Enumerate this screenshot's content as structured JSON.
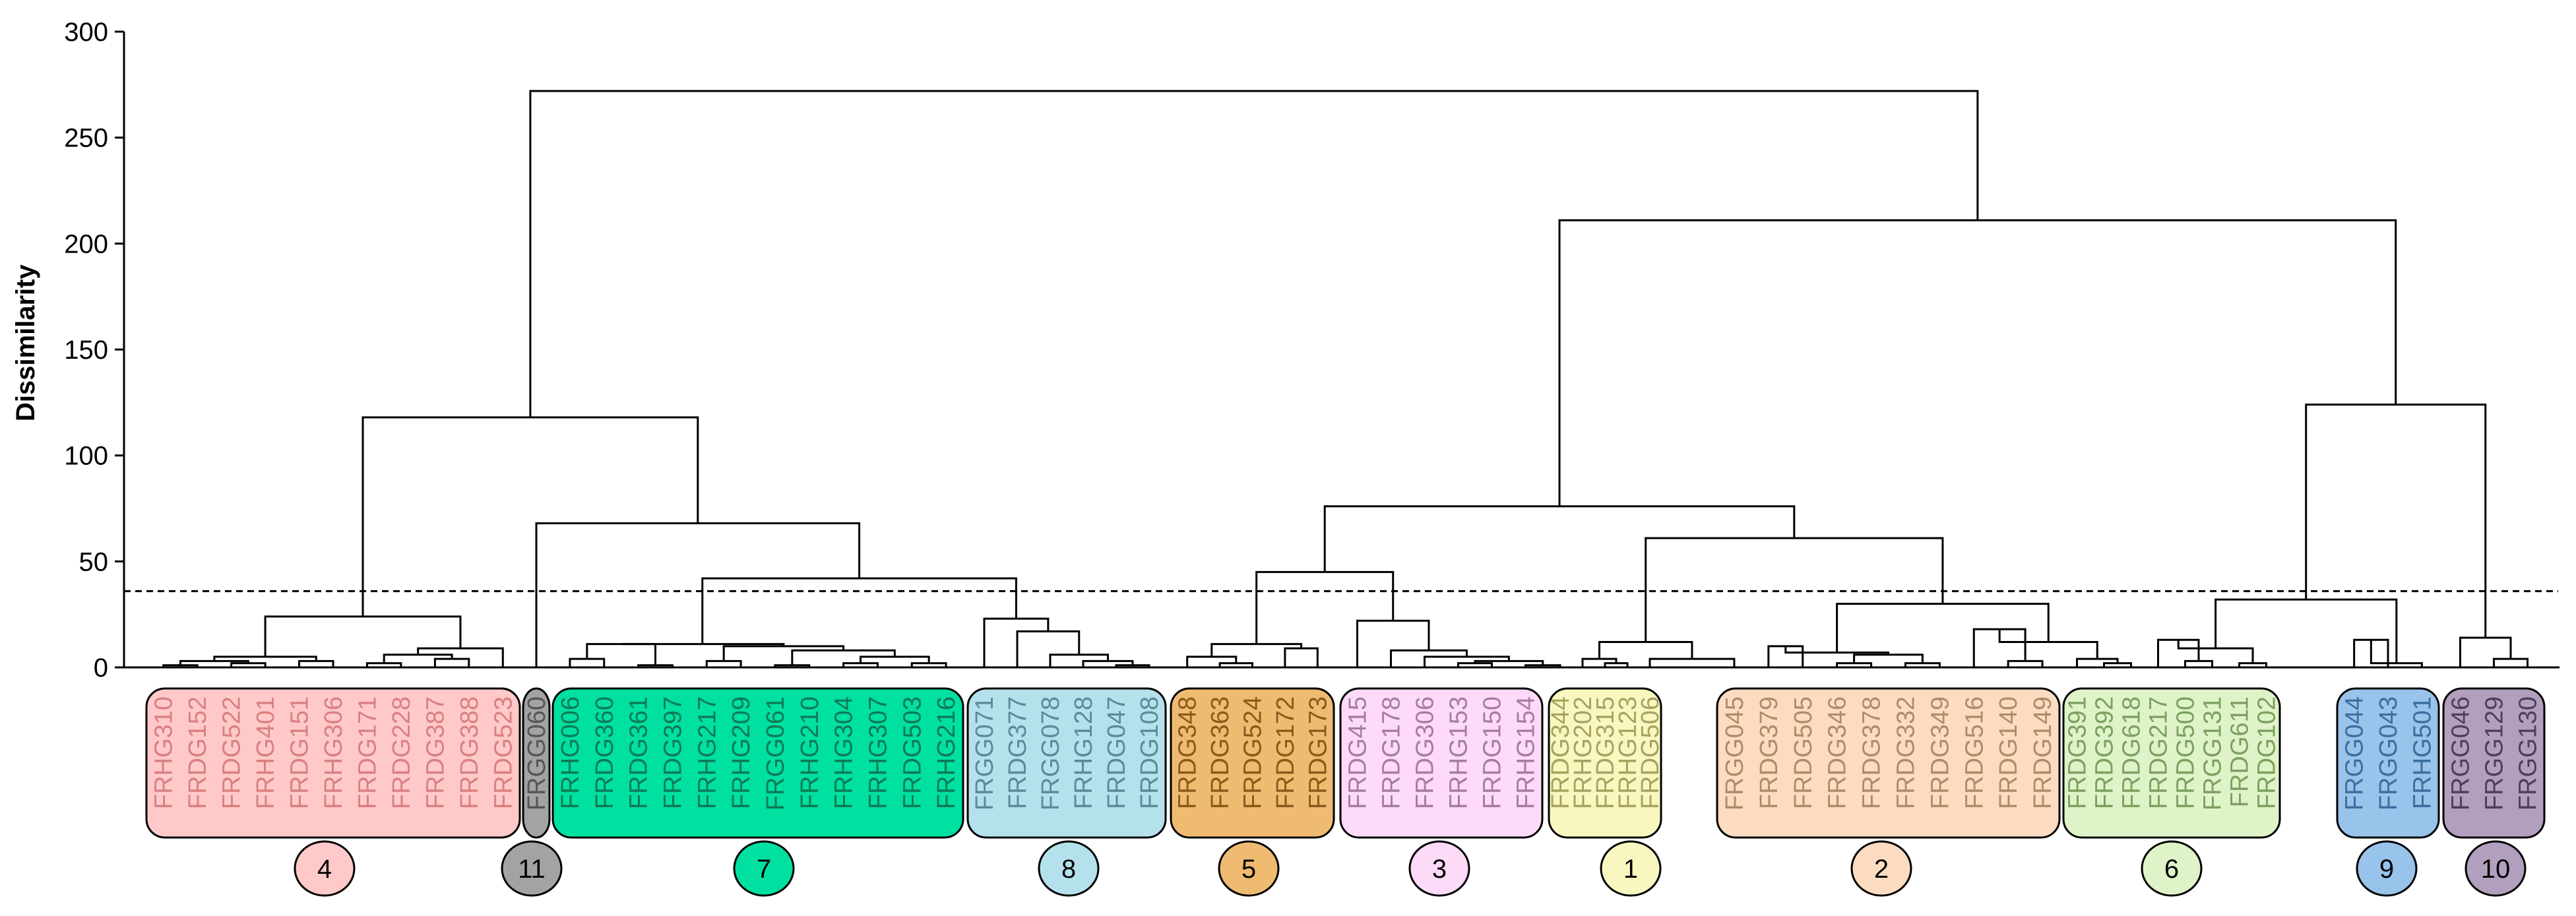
{
  "chart_data": {
    "type": "dendrogram",
    "ylabel": "Dissimilarity",
    "ylim": [
      0,
      300
    ],
    "yticks": [
      0,
      50,
      100,
      150,
      200,
      250,
      300
    ],
    "cut_height": 36,
    "clusters": [
      {
        "number": "4",
        "color": "#ffc9c9",
        "text_color": "#d98080",
        "leaves": [
          "FRHG310",
          "FRDG152",
          "FRDG522",
          "FRHG401",
          "FRDG151",
          "FRHG306",
          "FRDG171",
          "FRDG228",
          "FRDG387",
          "FRDG388",
          "FRDG523"
        ]
      },
      {
        "number": "11",
        "color": "#a3a3a3",
        "text_color": "#555555",
        "leaves": [
          "FRGG060"
        ]
      },
      {
        "number": "7",
        "color": "#00e0a0",
        "text_color": "#0e7a55",
        "leaves": [
          "FRHG006",
          "FRDG360",
          "FRDG361",
          "FRDG397",
          "FRHG217",
          "FRHG209",
          "FRGG061",
          "FRHG210",
          "FRHG304",
          "FRHG307",
          "FRDG503",
          "FRHG216"
        ]
      },
      {
        "number": "8",
        "color": "#b4e1ec",
        "text_color": "#5a8c98",
        "leaves": [
          "FRGG071",
          "FRDG377",
          "FRGG078",
          "FRHG128",
          "FRDG047",
          "FRDG108"
        ]
      },
      {
        "number": "5",
        "color": "#eebb70",
        "text_color": "#8a5a1c",
        "leaves": [
          "FRDG348",
          "FRDG363",
          "FRDG524",
          "FRDG172",
          "FRDG173"
        ]
      },
      {
        "number": "3",
        "color": "#fcdaf8",
        "text_color": "#a67ca3",
        "leaves": [
          "FRDG415",
          "FRDG178",
          "FRDG306",
          "FRHG153",
          "FRDG150",
          "FRHG154"
        ]
      },
      {
        "number": "1",
        "color": "#f9f7c0",
        "text_color": "#a6a360",
        "leaves": [
          "FRDG344",
          "FRHG202",
          "FRDG315",
          "FRHG123",
          "FRDG506"
        ]
      },
      {
        "number": "2",
        "color": "#fbdcc0",
        "text_color": "#b08a6a",
        "leaves": [
          "FRGG045",
          "FRDG379",
          "FRDG505",
          "FRDG346",
          "FRDG378",
          "FRDG332",
          "FRDG349",
          "FRDG516",
          "FRDG140",
          "FRDG149"
        ]
      },
      {
        "number": "6",
        "color": "#dff3c8",
        "text_color": "#7ca060",
        "leaves": [
          "FRDG391",
          "FRDG392",
          "FRDG618",
          "FRDG217",
          "FRDG500",
          "FRGG131",
          "FRDG611",
          "FRDG102"
        ]
      },
      {
        "number": "9",
        "color": "#98c3ea",
        "text_color": "#3a6ea0",
        "leaves": [
          "FRGG044",
          "FRGG043",
          "FRHG501"
        ]
      },
      {
        "number": "10",
        "color": "#b29fbe",
        "text_color": "#4d3e5a",
        "leaves": [
          "FRGG046",
          "FRGG129",
          "FRGG130"
        ]
      }
    ]
  }
}
